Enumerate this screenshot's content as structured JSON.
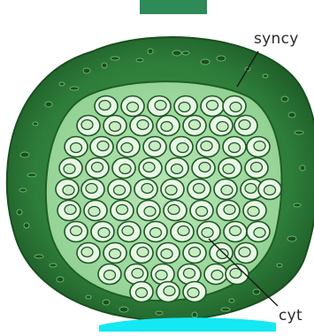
{
  "diagram": {
    "labels": {
      "top_right": "syncy",
      "bottom_right": "cyt"
    },
    "colors": {
      "outer_layer": "#2e7d3a",
      "outer_layer_dark": "#1f5e29",
      "inner_mass": "#a9dba9",
      "cell_fill": "#e9f7e6",
      "cell_outline": "#1c5a22",
      "nucleus_fill": "#c9ecc5",
      "top_rect": "#2e8a57",
      "bottom_band": "#14e8f2",
      "leader_line": "#1a1a1a"
    },
    "icons": {
      "top_element": "rectangle",
      "bottom_element": "cyan-band"
    }
  }
}
